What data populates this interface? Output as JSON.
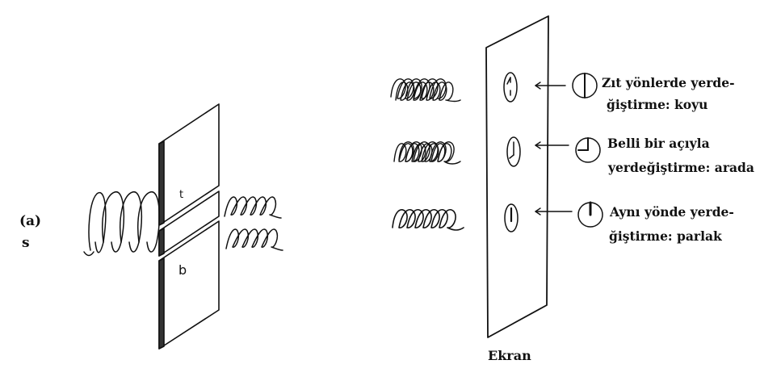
{
  "left_panel": {
    "tag_top": "(a)",
    "tag_bottom": "s",
    "slit_top_label": "t",
    "slit_bottom_label": "b"
  },
  "right_panel": {
    "screen_label": "Ekran",
    "fringes": [
      {
        "line1": "Zıt yönlerde yerde-",
        "line2": "ğiştirme: koyu"
      },
      {
        "line1": "Belli bir açıyla",
        "line2": "yerdeğiştirme: arada"
      },
      {
        "line1": "Aynı yönde yerde-",
        "line2": "ğiştirme: parlak"
      }
    ]
  }
}
